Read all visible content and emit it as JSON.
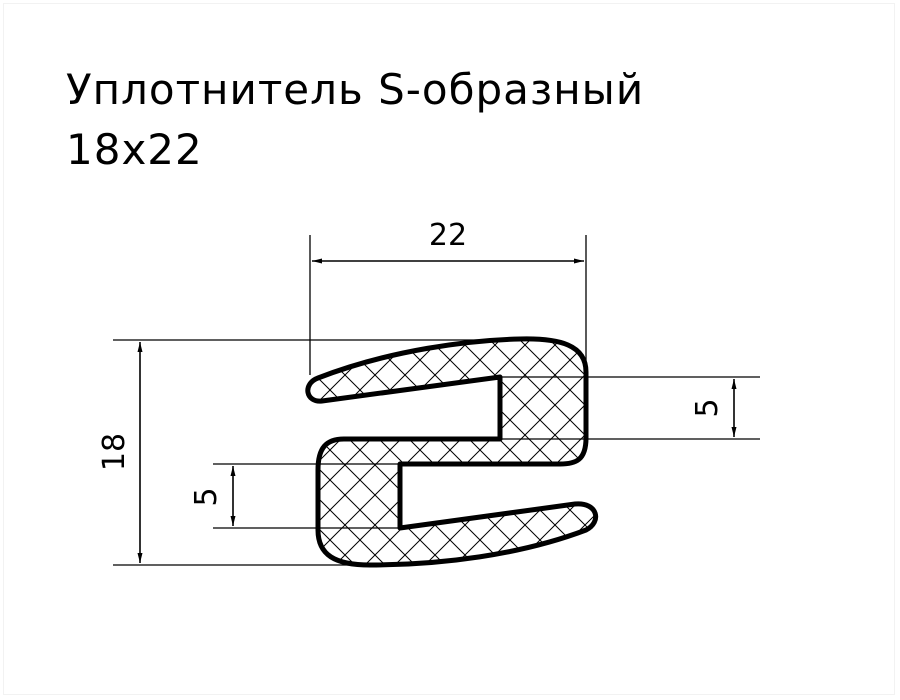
{
  "title": {
    "line1": "Уплотнитель S-образный",
    "line2": "18x22"
  },
  "dimensions": {
    "width": "22",
    "height": "18",
    "upper_gap": "5",
    "lower_gap": "5"
  }
}
